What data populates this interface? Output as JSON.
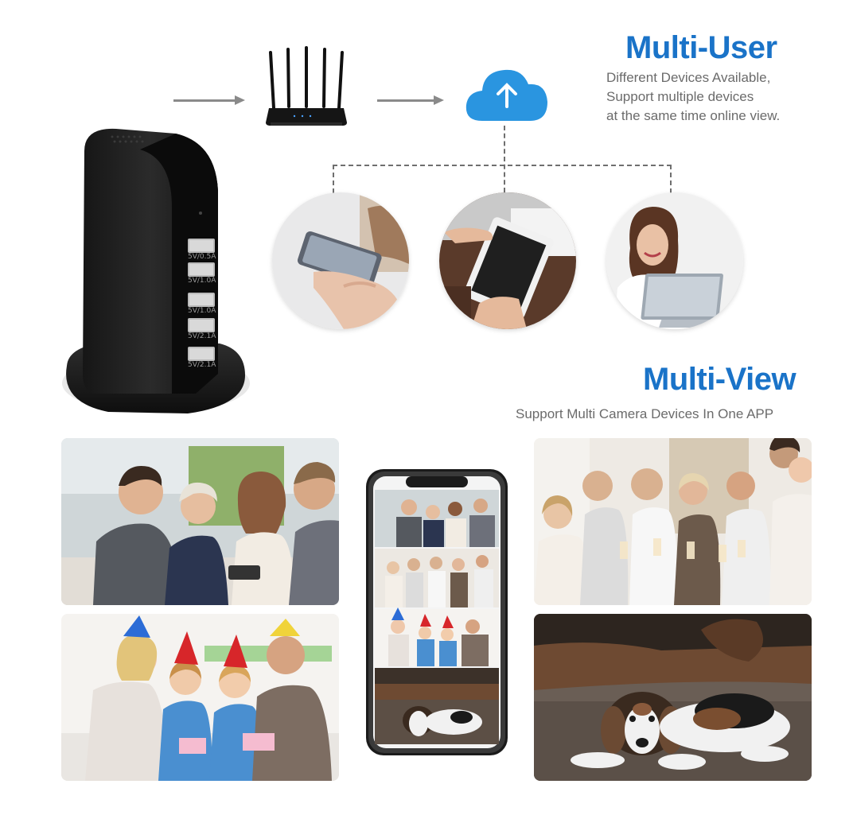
{
  "multi_user": {
    "title": "Multi-User",
    "lines": [
      "Different Devices Available,",
      "Support multiple devices",
      "at the same time online view."
    ]
  },
  "multi_view": {
    "title": "Multi-View",
    "subtitle": "Support Multi Camera Devices In One APP"
  },
  "charger": {
    "ports": [
      "5V/0.5A",
      "5V/1.0A",
      "5V/1.0A",
      "5V/2.1A",
      "5V/2.1A"
    ]
  },
  "icons": {
    "cloud": "cloud-upload-icon",
    "router": "wifi-router-icon"
  },
  "colors": {
    "accent": "#1a73c8",
    "cloud": "#2a95e0"
  }
}
